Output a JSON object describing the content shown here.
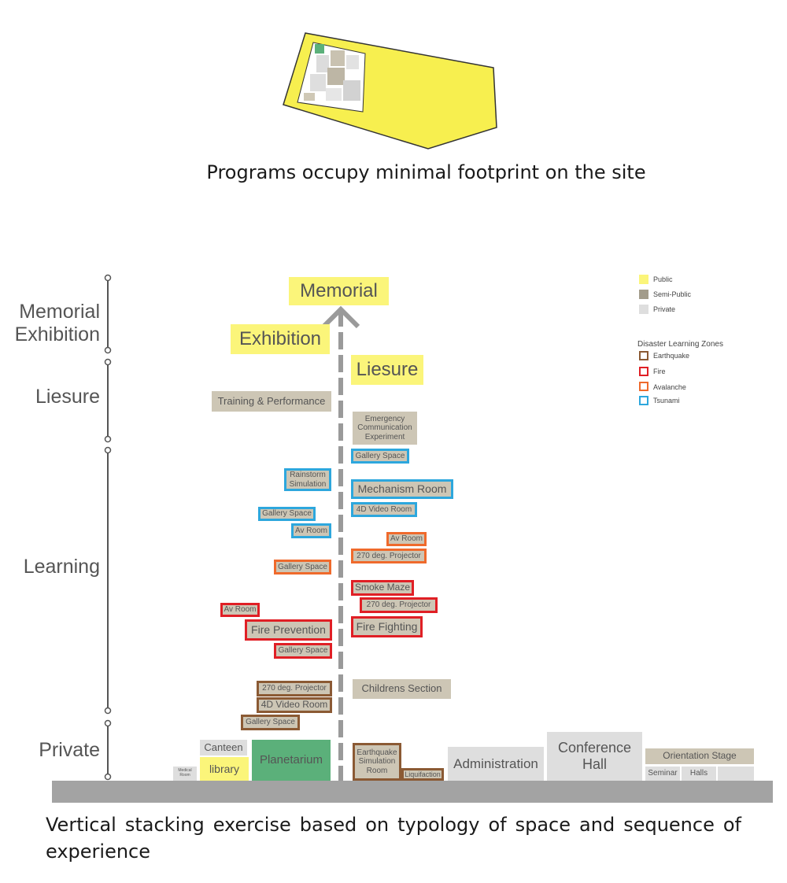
{
  "site_caption": "Programs occupy minimal footprint on the site",
  "stack_caption": "Vertical stacking exercise based on typology of space and sequence of experience",
  "levels": {
    "memorial_exhibition": "Memorial\nExhibition",
    "liesure": "Liesure",
    "learning": "Learning",
    "private": "Private"
  },
  "legend": {
    "public": "Public",
    "semi_public": "Semi-Public",
    "private": "Private",
    "zones_title": "Disaster Learning Zones",
    "earthquake": "Earthquake",
    "fire": "Fire",
    "avalanche": "Avalanche",
    "tsunami": "Tsunami"
  },
  "colors": {
    "public": "#fbf57a",
    "semi_public": "#cdc6b5",
    "private": "#dedede",
    "earthquake": "#8b5a34",
    "fire": "#e01f25",
    "avalanche": "#ef6a2c",
    "tsunami": "#2da7dd"
  },
  "spaces": {
    "memorial": "Memorial",
    "exhibition": "Exhibition",
    "liesure": "Liesure",
    "training": "Training & Performance",
    "emergency": "Emergency\nCommunication\nExperiment",
    "gallery_ts_right": "Gallery Space",
    "rainstorm": "Rainstorm\nSimulation",
    "mechanism": "Mechanism Room",
    "gallery_ts_left": "Gallery Space",
    "video4d_ts": "4D Video Room",
    "av_ts": "Av Room",
    "av_av": "Av Room",
    "projector_av": "270 deg. Projector",
    "gallery_av": "Gallery Space",
    "smoke_maze": "Smoke Maze",
    "projector_fire": "270 deg. Projector",
    "av_fire": "Av Room",
    "fire_prevention": "Fire Prevention",
    "fire_fighting": "Fire Fighting",
    "gallery_fire": "Gallery Space",
    "projector_eq": "270 deg. Projector",
    "childrens": "Childrens Section",
    "video4d_eq": "4D Video Room",
    "gallery_eq": "Gallery Space",
    "canteen": "Canteen",
    "library": "library",
    "medical": "Medical\nRoom",
    "planetarium": "Planetarium",
    "eq_sim": "Earthquake\nSimulation\nRoom",
    "liquifaction": "Liquifaction",
    "administration": "Administration",
    "conference": "Conference\nHall",
    "orientation": "Orientation Stage",
    "seminar": "Seminar",
    "halls": "Halls"
  }
}
